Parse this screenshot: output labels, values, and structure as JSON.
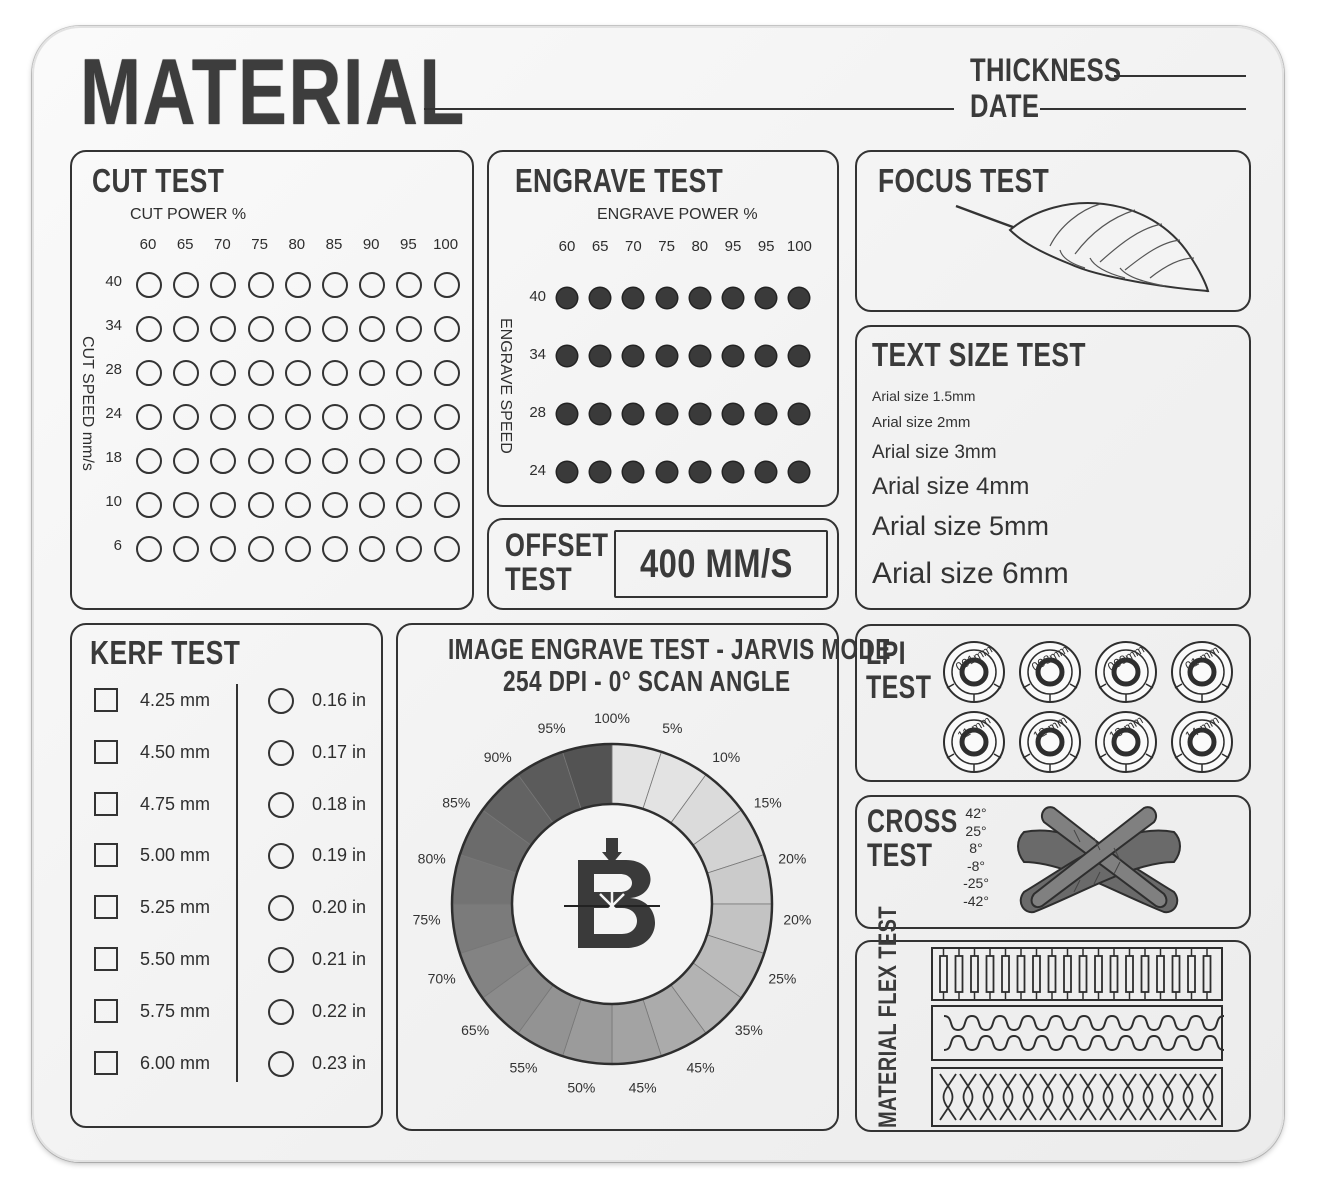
{
  "header": {
    "title": "MATERIAL",
    "thickness_label": "THICKNESS",
    "date_label": "DATE"
  },
  "cut_test": {
    "title": "CUT TEST",
    "power_label": "CUT POWER %",
    "speed_label": "CUT SPEED  mm/s",
    "powers": [
      "60",
      "65",
      "70",
      "75",
      "80",
      "85",
      "90",
      "95",
      "100"
    ],
    "speeds": [
      "40",
      "34",
      "28",
      "24",
      "18",
      "10",
      "6"
    ]
  },
  "engrave_test": {
    "title": "ENGRAVE TEST",
    "power_label": "ENGRAVE POWER %",
    "speed_label": "ENGRAVE SPEED",
    "powers": [
      "60",
      "65",
      "70",
      "75",
      "80",
      "95",
      "95",
      "100"
    ],
    "speeds": [
      "40",
      "34",
      "28",
      "24"
    ]
  },
  "focus_test": {
    "title": "FOCUS TEST"
  },
  "text_size_test": {
    "title": "TEXT SIZE TEST",
    "samples": [
      "Arial size 1.5mm",
      "Arial size 2mm",
      "Arial size 3mm",
      "Arial size 4mm",
      "Arial size 5mm",
      "Arial size 6mm"
    ]
  },
  "offset_test": {
    "title_line1": "OFFSET",
    "title_line2": "TEST",
    "speed": "400 MM/S"
  },
  "kerf_test": {
    "title": "KERF TEST",
    "mm": [
      "4.25 mm",
      "4.50 mm",
      "4.75 mm",
      "5.00 mm",
      "5.25 mm",
      "5.50 mm",
      "5.75 mm",
      "6.00 mm"
    ],
    "inches": [
      "0.16 in",
      "0.17 in",
      "0.18 in",
      "0.19 in",
      "0.20 in",
      "0.21 in",
      "0.22 in",
      "0.23 in"
    ]
  },
  "image_engrave_test": {
    "title_line1": "IMAGE ENGRAVE TEST - JARVIS MODE",
    "title_line2": "254 DPI - 0° SCAN ANGLE",
    "segment_labels": [
      "100%",
      "5%",
      "10%",
      "15%",
      "20%",
      "20%",
      "25%",
      "35%",
      "45%",
      "45%",
      "50%",
      "55%",
      "65%",
      "70%",
      "75%",
      "80%",
      "85%",
      "90%",
      "95%"
    ]
  },
  "lpi_test": {
    "title_line1": "LPI",
    "title_line2": "TEST",
    "rings": [
      "001mm",
      "008mm",
      "009mm",
      "01 mm",
      "11 mm",
      "12 mm",
      "13 mm",
      "14 mm"
    ]
  },
  "cross_test": {
    "title_line1": "CROSS",
    "title_line2": "TEST",
    "angles": [
      "42°",
      "25°",
      "8°",
      "-8°",
      "-25°",
      "-42°"
    ]
  },
  "flex_test": {
    "title": "MATERIAL FLEX TEST"
  },
  "icons": {
    "logo": "laser-b-logo-icon",
    "leaf": "leaf-icon"
  }
}
